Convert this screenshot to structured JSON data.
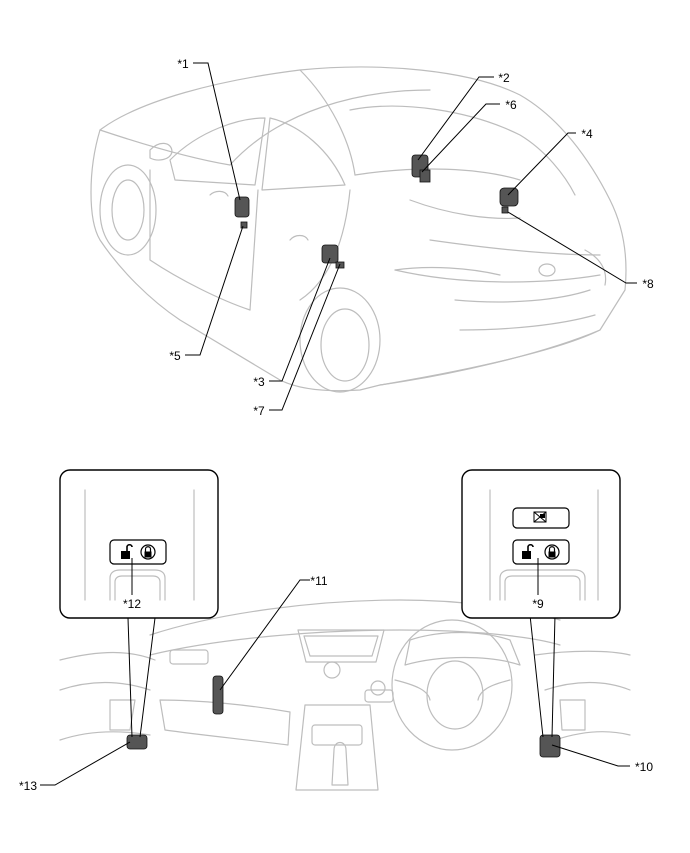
{
  "callouts": {
    "c1": "*1",
    "c2": "*2",
    "c3": "*3",
    "c4": "*4",
    "c5": "*5",
    "c6": "*6",
    "c7": "*7",
    "c8": "*8",
    "c9": "*9",
    "c10": "*10",
    "c11": "*11",
    "c12": "*12",
    "c13": "*13"
  },
  "icons": {
    "unlock": "padlock-open-icon",
    "lock": "padlock-closed-icon",
    "window_lock": "window-lock-icon"
  },
  "colors": {
    "line": "#000000",
    "outline": "#bdbdbd",
    "part": "#555555"
  }
}
